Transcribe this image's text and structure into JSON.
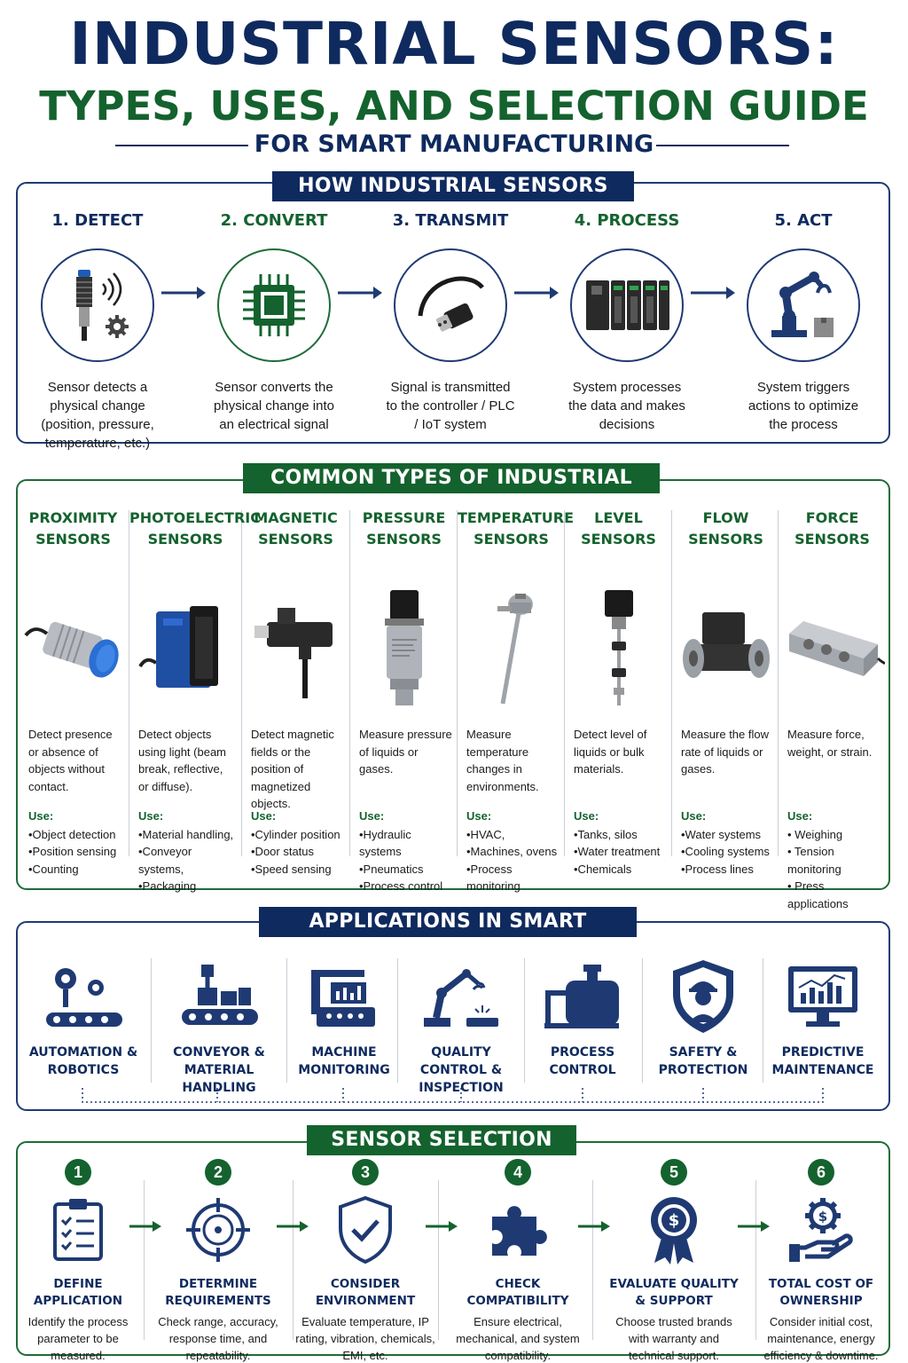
{
  "header": {
    "title": "INDUSTRIAL SENSORS:",
    "subtitle": "TYPES, USES, AND SELECTION GUIDE",
    "tagline": "FOR SMART MANUFACTURING"
  },
  "how": {
    "title": "HOW INDUSTRIAL SENSORS WORK",
    "steps": [
      {
        "label": "1. DETECT",
        "desc": "Sensor detects a physical change (position, pressure, temperature, etc.)",
        "icon": "proximity-sensor-icon"
      },
      {
        "label": "2. CONVERT",
        "desc": "Sensor converts the physical change into an electrical signal",
        "icon": "chip-icon"
      },
      {
        "label": "3. TRANSMIT",
        "desc": "Signal is transmitted to the controller / PLC / IoT system",
        "icon": "cable-connector-icon"
      },
      {
        "label": "4. PROCESS",
        "desc": "System processes the data and makes decisions",
        "icon": "plc-icon"
      },
      {
        "label": "5. ACT",
        "desc": "System triggers actions to optimize the process",
        "icon": "robot-arm-icon"
      }
    ]
  },
  "types": {
    "title": "COMMON TYPES OF INDUSTRIAL SENSORS",
    "use_label": "Use:",
    "items": [
      {
        "name": "PROXIMITY SENSORS",
        "desc": "Detect presence or absence of objects without contact.",
        "uses": [
          "•Object detection",
          "•Position sensing",
          "•Counting"
        ]
      },
      {
        "name": "PHOTOELECTRIC SENSORS",
        "desc": "Detect objects using light (beam break, reflective, or diffuse).",
        "uses": [
          "•Material handling,",
          "•Conveyor systems,",
          "•Packaging"
        ]
      },
      {
        "name": "MAGNETIC SENSORS",
        "desc": "Detect magnetic fields or the position of magnetized objects.",
        "uses": [
          "•Cylinder position",
          "•Door status",
          "•Speed sensing"
        ]
      },
      {
        "name": "PRESSURE SENSORS",
        "desc": "Measure pressure of liquids or gases.",
        "uses": [
          "•Hydraulic systems",
          "•Pneumatics",
          "•Process control"
        ]
      },
      {
        "name": "TEMPERATURE SENSORS",
        "desc": "Measure temperature changes in environments.",
        "uses": [
          "•HVAC,",
          "•Machines, ovens",
          "•Process monitoring"
        ]
      },
      {
        "name": "LEVEL SENSORS",
        "desc": "Detect level of liquids or bulk materials.",
        "uses": [
          "•Tanks, silos",
          "•Water treatment",
          "•Chemicals"
        ]
      },
      {
        "name": "FLOW SENSORS",
        "desc": "Measure the flow rate of liquids or gases.",
        "uses": [
          "•Water systems",
          "•Cooling systems",
          "•Process lines"
        ]
      },
      {
        "name": "FORCE SENSORS",
        "desc": "Measure force, weight, or strain.",
        "uses": [
          "• Weighing",
          "• Tension monitoring",
          "• Press applications"
        ]
      }
    ]
  },
  "apps": {
    "title": "APPLICATIONS IN SMART MANUFACTURING",
    "items": [
      {
        "label": "AUTOMATION & ROBOTICS",
        "icon": "gears-conveyor-icon"
      },
      {
        "label": "CONVEYOR & MATERIAL HANDLING",
        "icon": "conveyor-boxes-icon"
      },
      {
        "label": "MACHINE MONITORING",
        "icon": "machine-monitor-icon"
      },
      {
        "label": "QUALITY CONTROL & INSPECTION",
        "icon": "robot-inspection-icon"
      },
      {
        "label": "PROCESS CONTROL",
        "icon": "tank-pipe-icon"
      },
      {
        "label": "SAFETY & PROTECTION",
        "icon": "shield-worker-icon"
      },
      {
        "label": "PREDICTIVE MAINTENANCE",
        "icon": "monitor-chart-icon"
      }
    ]
  },
  "selection": {
    "title": "SENSOR SELECTION GUIDE",
    "steps": [
      {
        "num": "1",
        "label": "DEFINE APPLICATION",
        "desc": "Identify the process parameter to be measured.",
        "icon": "clipboard-icon"
      },
      {
        "num": "2",
        "label": "DETERMINE REQUIREMENTS",
        "desc": "Check range, accuracy, response time, and repeatability.",
        "icon": "crosshair-icon"
      },
      {
        "num": "3",
        "label": "CONSIDER ENVIRONMENT",
        "desc": "Evaluate temperature, IP rating, vibration, chemicals, EMI, etc.",
        "icon": "shield-check-icon"
      },
      {
        "num": "4",
        "label": "CHECK COMPATIBILITY",
        "desc": "Ensure electrical, mechanical, and system compatibility.",
        "icon": "puzzle-icon"
      },
      {
        "num": "5",
        "label": "EVALUATE QUALITY & SUPPORT",
        "desc": "Choose trusted brands with warranty and technical support.",
        "icon": "award-badge-icon"
      },
      {
        "num": "6",
        "label": "TOTAL COST OF OWNERSHIP",
        "desc": "Consider initial cost, maintenance, energy efficiency & downtime.",
        "icon": "hand-gear-dollar-icon"
      }
    ]
  },
  "colors": {
    "navy": "#0f2a5e",
    "green": "#14622e"
  }
}
